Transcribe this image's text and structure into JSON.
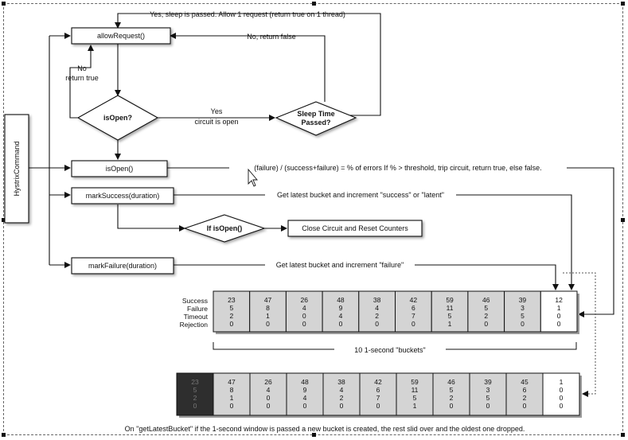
{
  "labels": {
    "hystrix_command": "HystrixCommand",
    "allow_request": "allowRequest()",
    "is_open_diamond": "isOpen?",
    "sleep_time_line1": "Sleep Time",
    "sleep_time_line2": "Passed?",
    "is_open_box": "isOpen()",
    "mark_success": "markSuccess(duration)",
    "if_is_open": "If isOpen()",
    "close_circuit": "Close Circuit and Reset Counters",
    "mark_failure": "markFailure(duration)"
  },
  "edges": {
    "sleep_passed": "Yes, sleep is passed.  Allow 1 request (return true on 1 thread)",
    "no_return_false": "No, return false",
    "no_return_true_line1": "No",
    "no_return_true_line2": "return true",
    "yes_circuit_line1": "Yes",
    "yes_circuit_line2": "circuit is open",
    "error_formula": "(failure) / (success+failure) = % of errors   If % > threshold, trip circuit, return true, else false.",
    "success_bucket": "Get latest bucket and increment \"success\" or \"latent\"",
    "failure_bucket": "Get latest bucket and increment \"failure\""
  },
  "row_labels": [
    "Success",
    "Failure",
    "Timeout",
    "Rejection"
  ],
  "buckets_caption": "10 1-second \"buckets\"",
  "window_top": [
    [
      23,
      5,
      2,
      0
    ],
    [
      47,
      8,
      1,
      0
    ],
    [
      26,
      4,
      0,
      0
    ],
    [
      48,
      9,
      4,
      0
    ],
    [
      38,
      4,
      2,
      0
    ],
    [
      42,
      6,
      7,
      0
    ],
    [
      59,
      11,
      5,
      1
    ],
    [
      46,
      5,
      2,
      0
    ],
    [
      39,
      3,
      5,
      0
    ],
    [
      12,
      1,
      0,
      0
    ]
  ],
  "window_bottom": [
    [
      23,
      5,
      2,
      0
    ],
    [
      47,
      8,
      1,
      0
    ],
    [
      26,
      4,
      0,
      0
    ],
    [
      48,
      9,
      4,
      0
    ],
    [
      38,
      4,
      2,
      0
    ],
    [
      42,
      6,
      7,
      0
    ],
    [
      59,
      11,
      5,
      1
    ],
    [
      46,
      5,
      2,
      0
    ],
    [
      39,
      3,
      5,
      0
    ],
    [
      45,
      6,
      2,
      0
    ],
    [
      1,
      0,
      0,
      0
    ]
  ],
  "footer": "On \"getLatestBucket\" if the 1-second window is passed a new bucket is created, the rest slid over and the oldest one dropped.",
  "colors": {
    "bucket_gray": "#d4d4d4",
    "bucket_dropped": "#2e2e2e",
    "bucket_new": "#ffffff",
    "line": "#111111"
  }
}
